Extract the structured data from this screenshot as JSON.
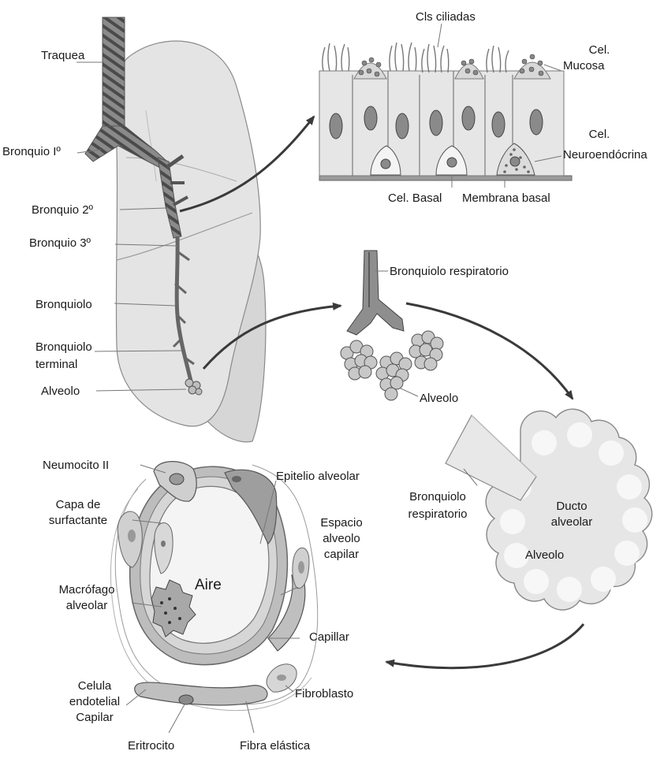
{
  "colors": {
    "background": "#ffffff",
    "text": "#1a1a1a",
    "lung_fill": "#e4e4e4",
    "lung_lobe": "#d2d2d2",
    "airway": "#777777",
    "airway_band": "#4f4f4f",
    "cell_fill": "#e0e0e0",
    "nucleus": "#8a8a8a",
    "arrow": "#3a3a3a"
  },
  "icons": {
    "lung": "lung-illustration",
    "epithelium": "ciliated-epithelium-illustration",
    "bronchiole_tree": "bronchiole-alveolar-sac-illustration",
    "alveolar_duct": "alveolar-duct-illustration",
    "alveolus_section": "alveolus-cross-section-illustration"
  },
  "lung": {
    "traquea": "Traquea",
    "bronquio_1": "Bronquio Iº",
    "bronquio_2": "Bronquio 2º",
    "bronquio_3": "Bronquio 3º",
    "bronquiolo": "Bronquiolo",
    "bronquiolo_terminal_1": "Bronquiolo",
    "bronquiolo_terminal_2": "terminal",
    "alveolo": "Alveolo"
  },
  "epithelium": {
    "cls_ciliadas": "Cls ciliadas",
    "cel_mucosa_1": "Cel.",
    "cel_mucosa_2": "Mucosa",
    "cel_neuro_1": "Cel.",
    "cel_neuro_2": "Neuroendócrina",
    "cel_basal": "Cel. Basal",
    "membrana_basal": "Membrana basal"
  },
  "bronchiole": {
    "bronquiolo_respiratorio": "Bronquiolo respiratorio",
    "alveolo": "Alveolo"
  },
  "duct": {
    "bronquiolo_1": "Bronquiolo",
    "bronquiolo_2": "respiratorio",
    "ducto_1": "Ducto",
    "ducto_2": "alveolar",
    "alveolo": "Alveolo"
  },
  "section": {
    "neumocito": "Neumocito II",
    "epitelio": "Epitelio alveolar",
    "capa_1": "Capa de",
    "capa_2": "surfactante",
    "espacio_1": "Espacio",
    "espacio_2": "alveolo",
    "espacio_3": "capilar",
    "aire": "Aire",
    "macrofago_1": "Macrófago",
    "macrofago_2": "alveolar",
    "capillar": "Capillar",
    "celula_1": "Celula",
    "celula_2": "endotelial",
    "celula_3": "Capilar",
    "fibroblasto": "Fibroblasto",
    "eritrocito": "Eritrocito",
    "fibra": "Fibra elástica"
  }
}
